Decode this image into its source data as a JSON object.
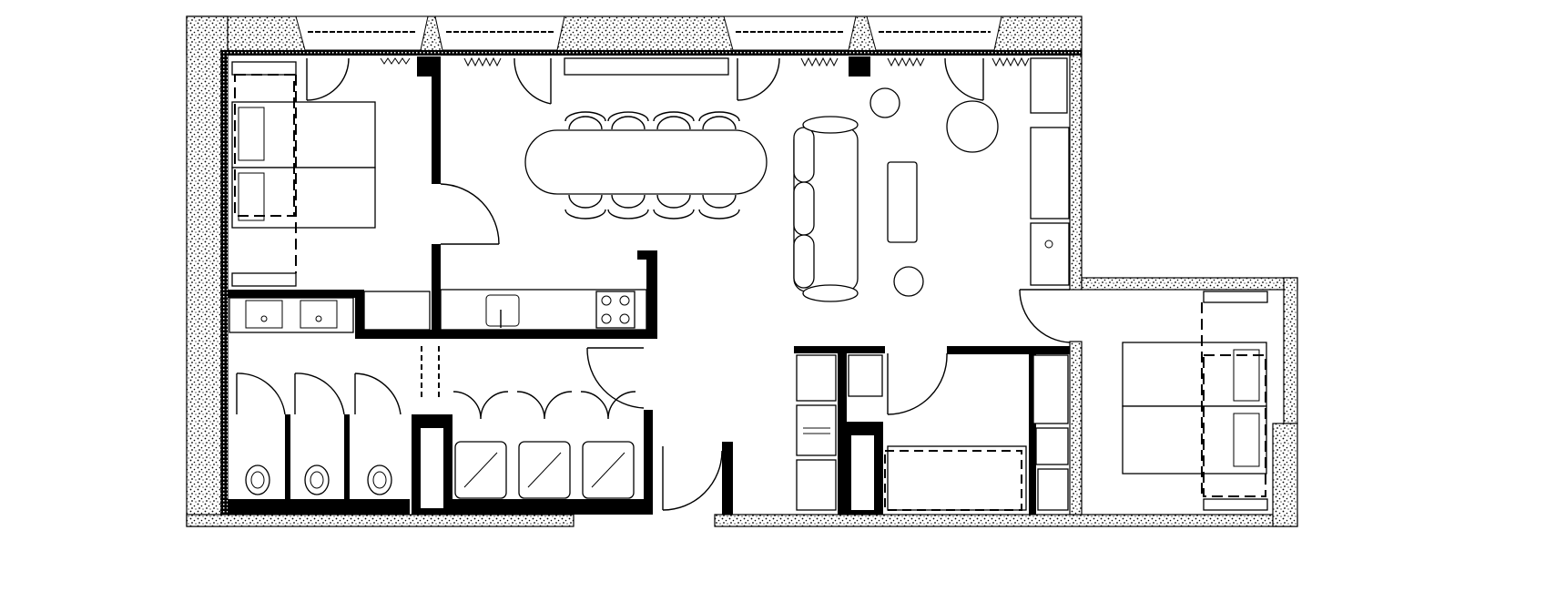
{
  "drawing": {
    "type": "floor-plan",
    "colors": {
      "line": "#000000",
      "background": "#ffffff",
      "fixture_grey": "#888888"
    },
    "rooms": [
      "bedroom-west",
      "dining-living",
      "kitchen",
      "bathroom-toilets",
      "bathroom-showers",
      "storage",
      "bedroom-east"
    ],
    "icons": [
      "door-swing-icon",
      "bed-icon",
      "dining-table-icon",
      "chair-icon",
      "sofa-icon",
      "toilet-icon",
      "shower-icon",
      "sink-icon",
      "stove-icon",
      "window-icon"
    ]
  }
}
